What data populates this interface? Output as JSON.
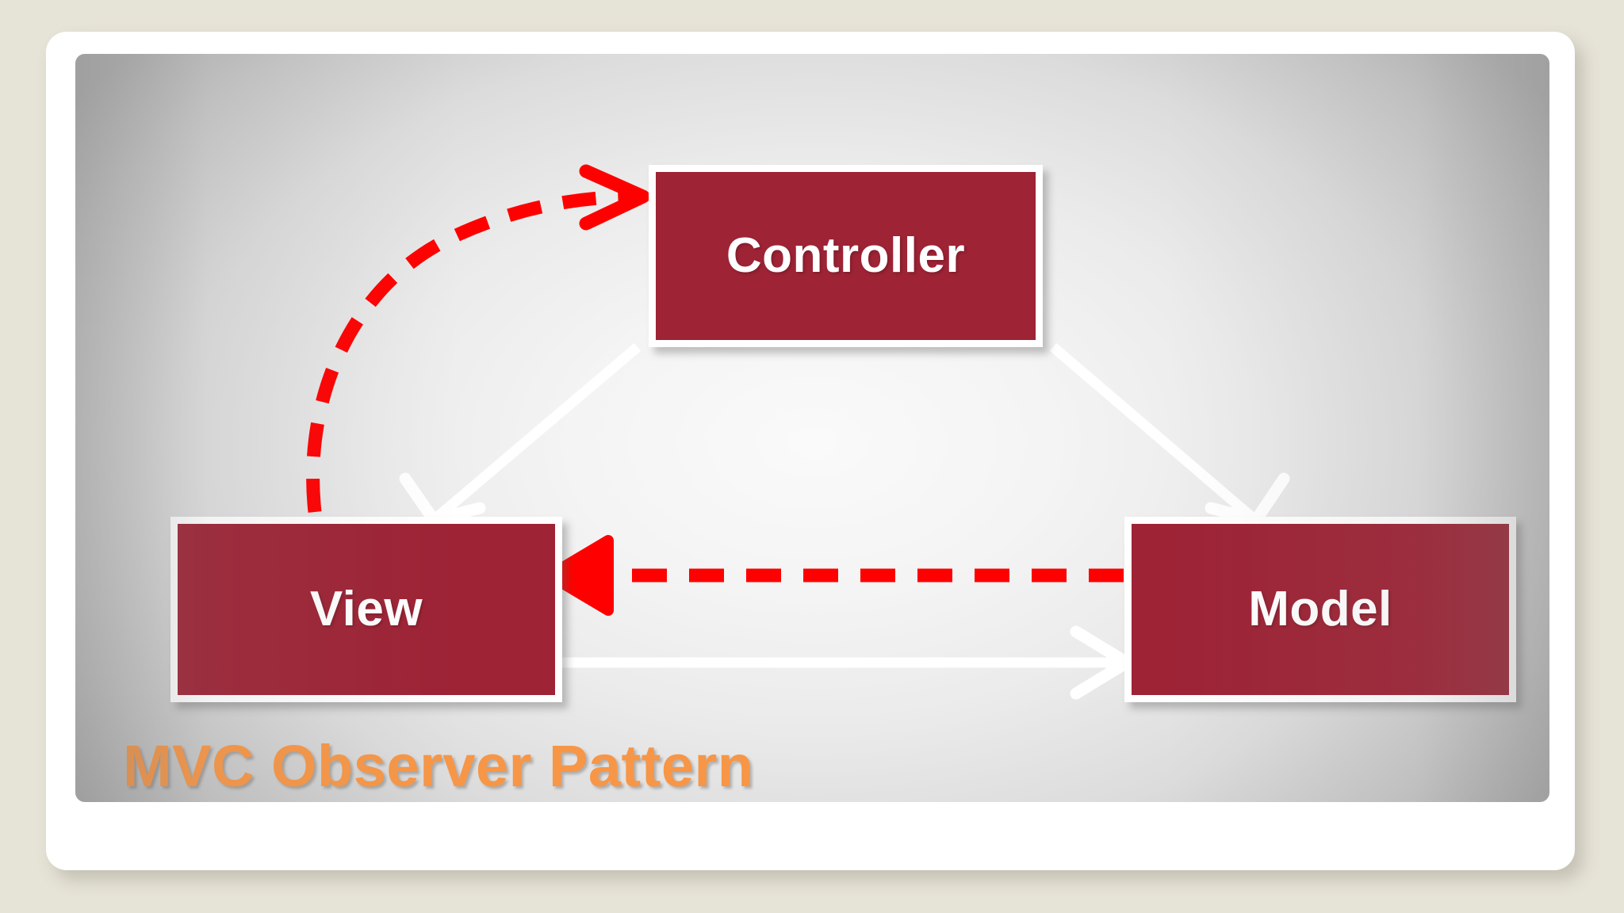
{
  "slide": {
    "title": "MVC Observer Pattern",
    "title_color": "#F79646",
    "canvas_background": "gray-radial-gradient",
    "card_background": "#ffffff",
    "page_background": "#e6e3d7"
  },
  "nodes": [
    {
      "id": "controller",
      "label": "Controller",
      "fill": "#9D2335",
      "border": "#ffffff",
      "text_color": "#ffffff"
    },
    {
      "id": "view",
      "label": "View",
      "fill": "#9D2335",
      "border": "#ffffff",
      "text_color": "#ffffff"
    },
    {
      "id": "model",
      "label": "Model",
      "fill": "#9D2335",
      "border": "#ffffff",
      "text_color": "#ffffff"
    }
  ],
  "connectors": [
    {
      "id": "controller-to-view",
      "from": "controller",
      "to": "view",
      "style": "solid",
      "color": "#ffffff",
      "head": "open-v",
      "shape": "diagonal"
    },
    {
      "id": "controller-to-model",
      "from": "controller",
      "to": "model",
      "style": "solid",
      "color": "#ffffff",
      "head": "open-v",
      "shape": "diagonal"
    },
    {
      "id": "view-to-model",
      "from": "view",
      "to": "model",
      "style": "solid",
      "color": "#ffffff",
      "head": "open-v",
      "shape": "horizontal"
    },
    {
      "id": "view-to-controller",
      "from": "view",
      "to": "controller",
      "style": "dashed",
      "color": "#FF0000",
      "head": "open-v",
      "shape": "curved"
    },
    {
      "id": "model-to-view",
      "from": "model",
      "to": "view",
      "style": "dashed",
      "color": "#FF0000",
      "head": "filled-triangle",
      "shape": "horizontal"
    }
  ]
}
